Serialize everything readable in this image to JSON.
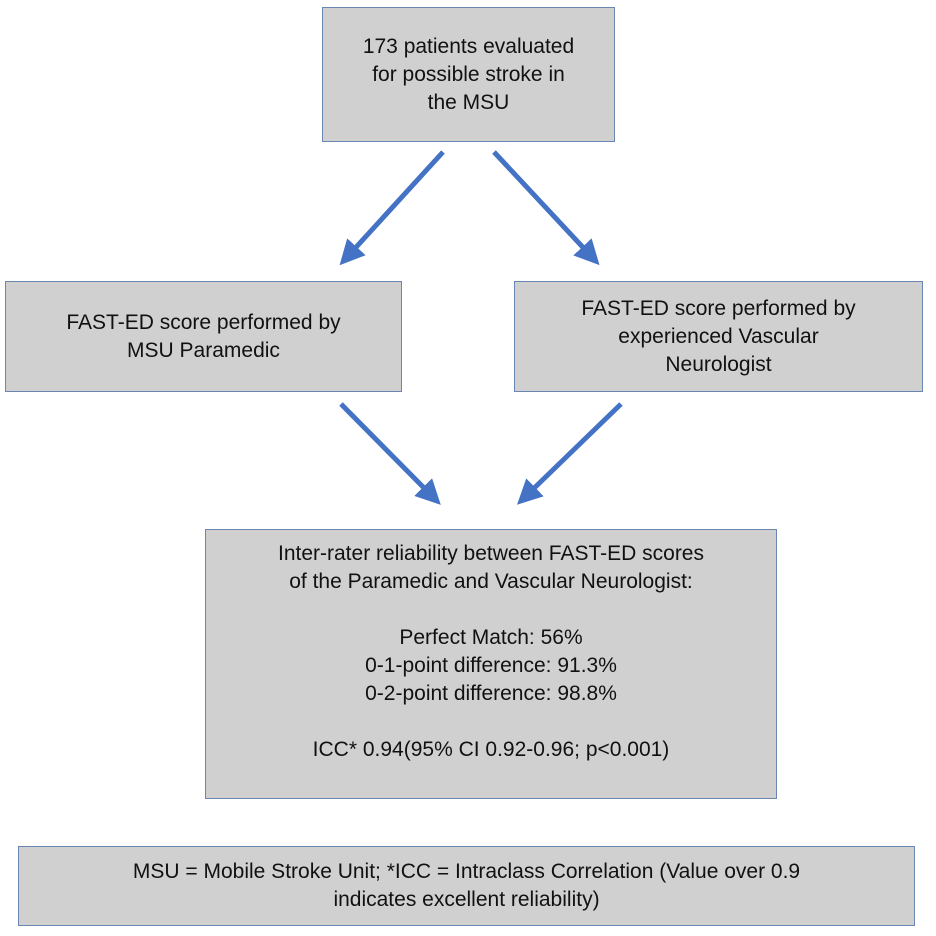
{
  "diagram": {
    "top_box": {
      "lines": [
        "173 patients evaluated",
        "for possible stroke in",
        "the MSU"
      ]
    },
    "left_box": {
      "lines": [
        "FAST-ED score performed by",
        "MSU Paramedic"
      ]
    },
    "right_box": {
      "lines": [
        "FAST-ED score performed by",
        "experienced Vascular",
        "Neurologist"
      ]
    },
    "result_box": {
      "heading_lines": [
        "Inter-rater reliability between FAST-ED scores",
        "of the Paramedic and Vascular Neurologist:"
      ],
      "stats_lines": [
        "Perfect Match: 56%",
        "0-1-point difference: 91.3%",
        "0-2-point difference: 98.8%"
      ],
      "icc_line": "ICC* 0.94(95% CI 0.92-0.96; p<0.001)"
    },
    "footnote_box": {
      "lines": [
        "MSU = Mobile Stroke Unit; *ICC = Intraclass Correlation (Value over 0.9",
        "indicates excellent reliability)"
      ]
    },
    "colors": {
      "box_fill": "#d0d0d0",
      "box_border": "#6a86b3",
      "arrow": "#4472c4"
    }
  }
}
